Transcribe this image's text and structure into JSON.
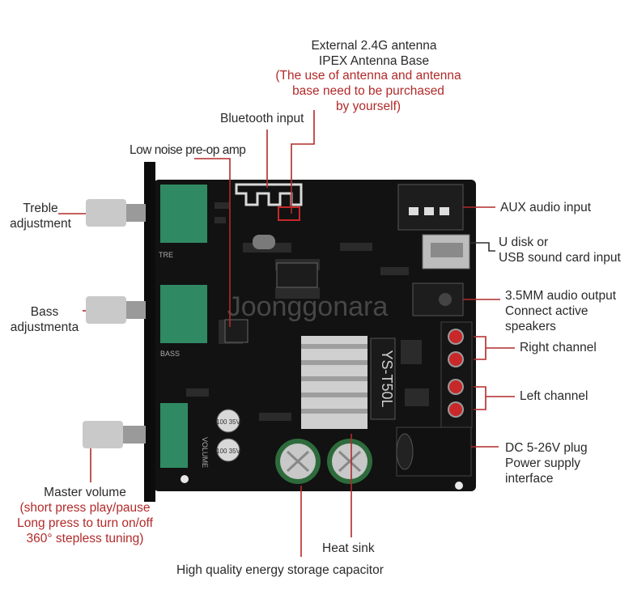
{
  "antenna": {
    "title_line1": "External 2.4G antenna",
    "title_line2": "IPEX Antenna Base",
    "note_line1": "(The use of antenna and antenna",
    "note_line2": "base need to be purchased",
    "note_line3": "by yourself)"
  },
  "bluetooth": {
    "label": "Bluetooth input"
  },
  "preamp": {
    "label": "Low noise pre-op amp"
  },
  "treble": {
    "line1": "Treble",
    "line2": "adjustment"
  },
  "bass": {
    "line1": "Bass",
    "line2": "adjustmenta"
  },
  "volume": {
    "line1": "Master volume",
    "note_line1": "(short press play/pause",
    "note_line2": "Long press to turn on/off",
    "note_line3": "360° stepless tuning)"
  },
  "aux": {
    "label": "AUX audio input"
  },
  "usb": {
    "line1": "U disk or",
    "line2": "USB sound card input"
  },
  "audio_out": {
    "line1": "3.5MM audio output",
    "line2": "Connect active",
    "line3": "speakers"
  },
  "right_channel": {
    "label": "Right channel"
  },
  "left_channel": {
    "label": "Left channel"
  },
  "dc": {
    "line1": "DC 5-26V plug",
    "line2": "Power supply",
    "line3": "interface"
  },
  "heatsink": {
    "label": "Heat sink"
  },
  "capacitor": {
    "label": "High quality energy storage capacitor"
  },
  "board": {
    "chip_text": "YS-T50L",
    "silk_tre": "TRE",
    "silk_bass": "BASS",
    "silk_volume": "VOLUME",
    "cap_small_1": "100\n35V",
    "cap_small_2": "100\n35V",
    "watermark": "Joonggonara"
  },
  "colors": {
    "pcb": "#121212",
    "knob_green": "#2f8a63",
    "callout_red": "#b22a2a",
    "connector_red": "#c8282a"
  }
}
